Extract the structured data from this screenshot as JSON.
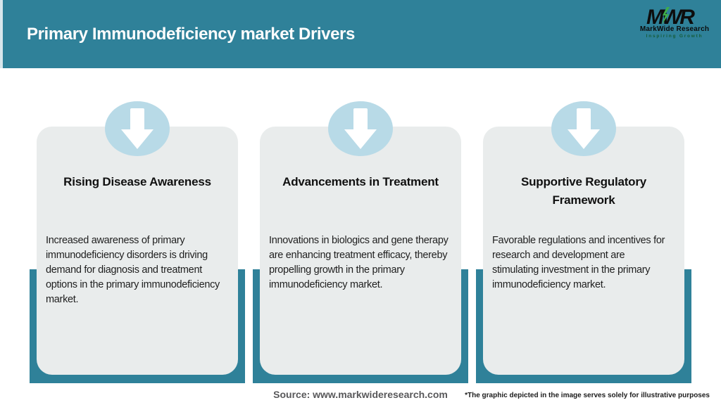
{
  "header": {
    "title": "Primary Immunodeficiency market Drivers",
    "logo": {
      "acronym": "MWR",
      "company": "MarkWide Research",
      "tagline": "Inspiring Growth"
    }
  },
  "cards": [
    {
      "icon": "down-arrow-icon",
      "title": "Rising Disease Awareness",
      "body": "Increased awareness of primary\nimmunodeficiency disorders is driving\ndemand for diagnosis and treatment\noptions in the primary immunodeficiency\nmarket."
    },
    {
      "icon": "down-arrow-icon",
      "title": "Advancements in Treatment",
      "body": "Innovations in biologics and gene therapy\nare enhancing treatment efficacy, thereby\npropelling growth in the primary\nimmunodeficiency market."
    },
    {
      "icon": "down-arrow-icon",
      "title": "Supportive Regulatory Framework",
      "body": "Favorable regulations and incentives for\nresearch and development are\nstimulating investment in the primary\nimmunodeficiency market."
    }
  ],
  "footer": {
    "source": "Source: www.markwideresearch.com",
    "disclaimer": "*The graphic depicted in the image serves solely for illustrative purposes"
  },
  "colors": {
    "accent_teal": "#2F8199",
    "card_bg": "#E9ECEC",
    "circle_blue": "#B8DAE7",
    "logo_green": "#3FAE49",
    "header_text": "#FDFDFD",
    "body_text": "#1F1F1F",
    "source_text": "#58585A"
  }
}
